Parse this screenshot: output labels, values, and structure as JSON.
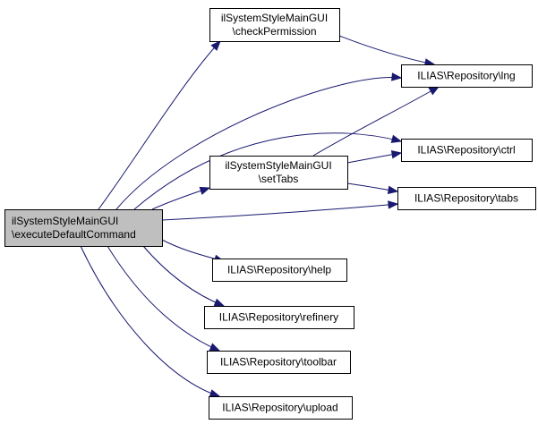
{
  "diagram": {
    "type": "call-graph",
    "edge_color": "#191970",
    "root_fill": "#bfbfbf",
    "node_fill": "#ffffff",
    "nodes": [
      {
        "id": "root",
        "lines": [
          "ilSystemStyleMainGUI",
          "\\executeDefaultCommand"
        ],
        "root": true
      },
      {
        "id": "checkPermission",
        "lines": [
          "ilSystemStyleMainGUI",
          "\\checkPermission"
        ]
      },
      {
        "id": "setTabs",
        "lines": [
          "ilSystemStyleMainGUI",
          "\\setTabs"
        ]
      },
      {
        "id": "lng",
        "lines": [
          "ILIAS\\Repository\\lng"
        ]
      },
      {
        "id": "ctrl",
        "lines": [
          "ILIAS\\Repository\\ctrl"
        ]
      },
      {
        "id": "tabs",
        "lines": [
          "ILIAS\\Repository\\tabs"
        ]
      },
      {
        "id": "help",
        "lines": [
          "ILIAS\\Repository\\help"
        ]
      },
      {
        "id": "refinery",
        "lines": [
          "ILIAS\\Repository\\refinery"
        ]
      },
      {
        "id": "toolbar",
        "lines": [
          "ILIAS\\Repository\\toolbar"
        ]
      },
      {
        "id": "upload",
        "lines": [
          "ILIAS\\Repository\\upload"
        ]
      }
    ],
    "edges": [
      {
        "from": "root",
        "to": "checkPermission"
      },
      {
        "from": "root",
        "to": "lng"
      },
      {
        "from": "root",
        "to": "ctrl"
      },
      {
        "from": "root",
        "to": "setTabs"
      },
      {
        "from": "root",
        "to": "tabs"
      },
      {
        "from": "root",
        "to": "help"
      },
      {
        "from": "root",
        "to": "refinery"
      },
      {
        "from": "root",
        "to": "toolbar"
      },
      {
        "from": "root",
        "to": "upload"
      },
      {
        "from": "checkPermission",
        "to": "lng"
      },
      {
        "from": "setTabs",
        "to": "lng"
      },
      {
        "from": "setTabs",
        "to": "ctrl"
      },
      {
        "from": "setTabs",
        "to": "tabs"
      }
    ]
  }
}
